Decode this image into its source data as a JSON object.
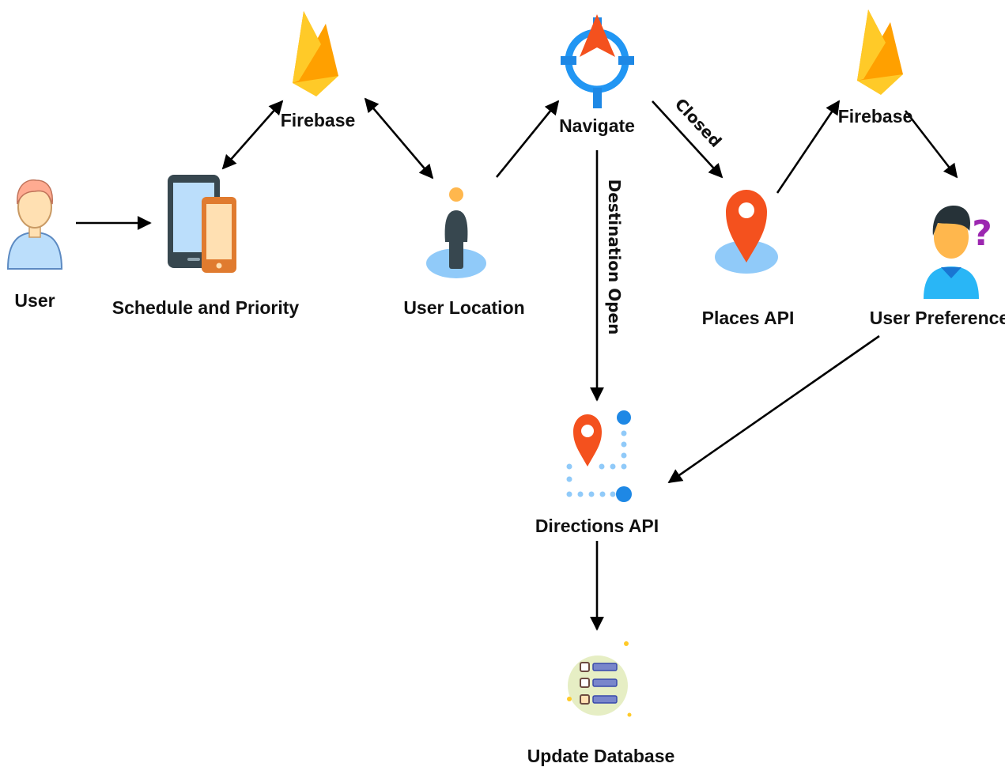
{
  "nodes": {
    "user": {
      "label": "User",
      "icon": "user-avatar-icon"
    },
    "schedule": {
      "label": "Schedule and Priority",
      "icon": "tablet-phone-icon"
    },
    "firebase_left": {
      "label": "Firebase",
      "icon": "firebase-flame-icon"
    },
    "user_location": {
      "label": "User Location",
      "icon": "person-location-icon"
    },
    "navigate": {
      "label": "Navigate",
      "icon": "compass-navigation-icon"
    },
    "places_api": {
      "label": "Places API",
      "icon": "map-pin-icon"
    },
    "firebase_right": {
      "label": "Firebase",
      "icon": "firebase-flame-icon"
    },
    "user_preference": {
      "label": "User Preference",
      "icon": "user-question-icon"
    },
    "directions_api": {
      "label": "Directions API",
      "icon": "route-pin-icon"
    },
    "update_database": {
      "label": "Update Database",
      "icon": "database-list-icon"
    }
  },
  "edges": {
    "closed": "Closed",
    "destination_open": "Destination Open"
  },
  "colors": {
    "firebase_orange": "#F57C00",
    "firebase_yellow": "#FFCA28",
    "pin_red": "#F4511E",
    "nav_blue": "#2196F3",
    "light_blue": "#90CAF9",
    "text": "#111111"
  }
}
